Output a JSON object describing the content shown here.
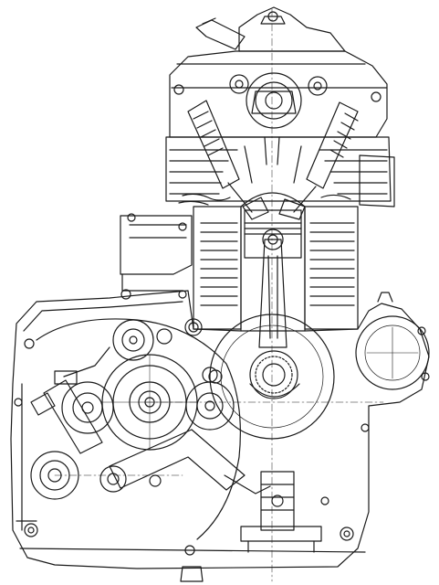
{
  "drawing": {
    "subject": "engine-cutaway",
    "line_color": "#1a1a1a",
    "paper_color": "#ffffff",
    "parts": [
      "cylinder-head",
      "camshaft",
      "valves",
      "valve-springs",
      "cylinder-fins",
      "piston",
      "connecting-rod",
      "crankshaft",
      "gearbox",
      "clutch",
      "oil-pump",
      "crankcase",
      "sprocket",
      "kickstart-shaft"
    ]
  }
}
